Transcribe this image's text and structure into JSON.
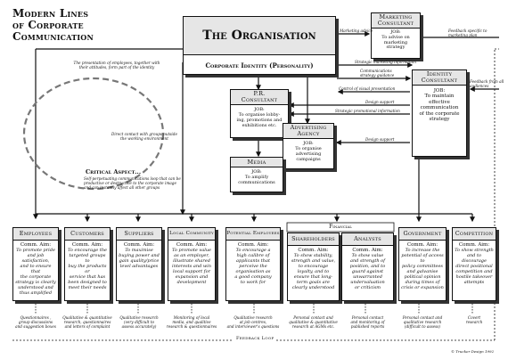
{
  "title": [
    "Modern Lines",
    "of Corporate",
    "Communication"
  ],
  "organisation": {
    "title": "The Organisation",
    "identity": "Corporate Identity (Personality)"
  },
  "marketing": {
    "title": [
      "Marketing",
      "Consultant"
    ],
    "job": [
      "JOB:",
      "To advise on",
      "marketing",
      "strategy"
    ]
  },
  "identity_consultant": {
    "title": [
      "Identity",
      "Consultant"
    ],
    "job": [
      "JOB:",
      "To maintain",
      "effective",
      "communication",
      "of the corporate",
      "strategy"
    ]
  },
  "pr": {
    "title": [
      "P.R.",
      "Consultant"
    ],
    "job": [
      "JOB:",
      "To organise lobby-",
      "ing, promotions and",
      "exhibitions etc."
    ]
  },
  "advertising": {
    "title": [
      "Advertising",
      "Agency"
    ],
    "job": [
      "JOB:",
      "To organise",
      "advertising",
      "campaigns"
    ]
  },
  "media": {
    "title": "Media",
    "job": [
      "JOB:",
      "To amplify",
      "communications"
    ]
  },
  "labels": {
    "marketing_advice": "Marketing advice",
    "feedback_marketing": [
      "Feedback specific to",
      "marketing plan"
    ],
    "strategic_marketing": "Strategic marketing information",
    "comm_guidance": [
      "Communications",
      "strategy guidance"
    ],
    "feedback_all": [
      "Feedback from all",
      "audiences"
    ],
    "control": "Control of visual presentation",
    "design_support_1": "Design support",
    "strategic_promo": "Strategic promotional information",
    "design_support_2": "Design support",
    "presentation_employees": [
      "The presentation of employees, together with",
      "their attitudes, form part of the identity"
    ],
    "direct_contact": [
      "Direct contact with groups outside",
      "the working environment"
    ],
    "critical": "Critical Aspect...",
    "critical_text": [
      "Self-perpetuating communications loop that can be",
      "productive or destructive to the corporate image",
      "and can instantly affect all other groups"
    ],
    "financial": "Financial",
    "feedback_loop": "Feedback Loop",
    "copyright": "© Trucker Design 1992"
  },
  "audiences": [
    {
      "name": "Employees",
      "aim_label": "Comm. Aim:",
      "aim": [
        "To promote pride",
        "and job satisfaction,",
        "and to ensure that",
        "the corporate",
        "strategy is clearly",
        "understood and",
        "thus amplified"
      ],
      "research": [
        "Questionnaires ,",
        "group discussions",
        "and suggestion boxes"
      ]
    },
    {
      "name": "Customers",
      "aim_label": "Comm. Aim:",
      "aim": [
        "To encourage the",
        "targeted groups to",
        "buy the products or",
        "service that has",
        "been designed to",
        "meet their needs"
      ],
      "research": [
        "Qualitative & quantitative",
        "research, questionnaires",
        "and letters of complaint"
      ]
    },
    {
      "name": "Suppliers",
      "aim_label": "Comm. Aim:",
      "aim": [
        "To maximise",
        "buying power and",
        "gain quality/price",
        "level advantages"
      ],
      "research": [
        "Qualitative research",
        "(very difficult to",
        "assess accurately)"
      ]
    },
    {
      "name": "Local Community",
      "aim_label": "Comm. Aim:",
      "aim": [
        "To promote value",
        "as an employer,",
        "illustrate shared",
        "interests and win",
        "local support for",
        "expansion and",
        "development"
      ],
      "research": [
        "Monitoring of local",
        "media, and qualitive",
        "research & questionnaires"
      ]
    },
    {
      "name": "Potential Employees",
      "aim_label": "Comm. Aim:",
      "aim": [
        "To encourage a",
        "high calibre of",
        "applicants that",
        "perceive the",
        "organisation as",
        "a good company",
        "to work for"
      ],
      "research": [
        "Qualitative research",
        "at job centres,",
        "and interviewer's questions"
      ]
    },
    {
      "name": "Shareholders",
      "aim_label": "Comm. Aim:",
      "aim": [
        "To show stability,",
        "strength and value,",
        "to encourage",
        "loyalty, and to",
        "ensure that long-",
        "term goals are",
        "clearly understood"
      ],
      "research": [
        "Personal contact and",
        "qualitative & quantitative",
        "research at AGMs etc."
      ]
    },
    {
      "name": "Analysts",
      "aim_label": "Comm. Aim:",
      "aim": [
        "To show value",
        "and strength of",
        "position, and to",
        "guard against",
        "unwarranted",
        "undervaluation",
        "or criticism"
      ],
      "research": [
        "Personal contact",
        "and monitoring of",
        "published reports"
      ]
    },
    {
      "name": "Government",
      "aim_label": "Comm. Aim:",
      "aim": [
        "To increase the",
        "potential of access to",
        "policy committees",
        "and galvanise",
        "political opinion",
        "during times of",
        "crisis or expansion"
      ],
      "research": [
        "Personal contact and",
        "qualitative research",
        "(difficult to assess)"
      ]
    },
    {
      "name": "Competition",
      "aim_label": "Comm. Aim:",
      "aim": [
        "To show strength",
        "and to discourage",
        "direct positional",
        "competition and",
        "hostile takeover",
        "attempts"
      ],
      "research": [
        "Covert",
        "research"
      ]
    }
  ]
}
